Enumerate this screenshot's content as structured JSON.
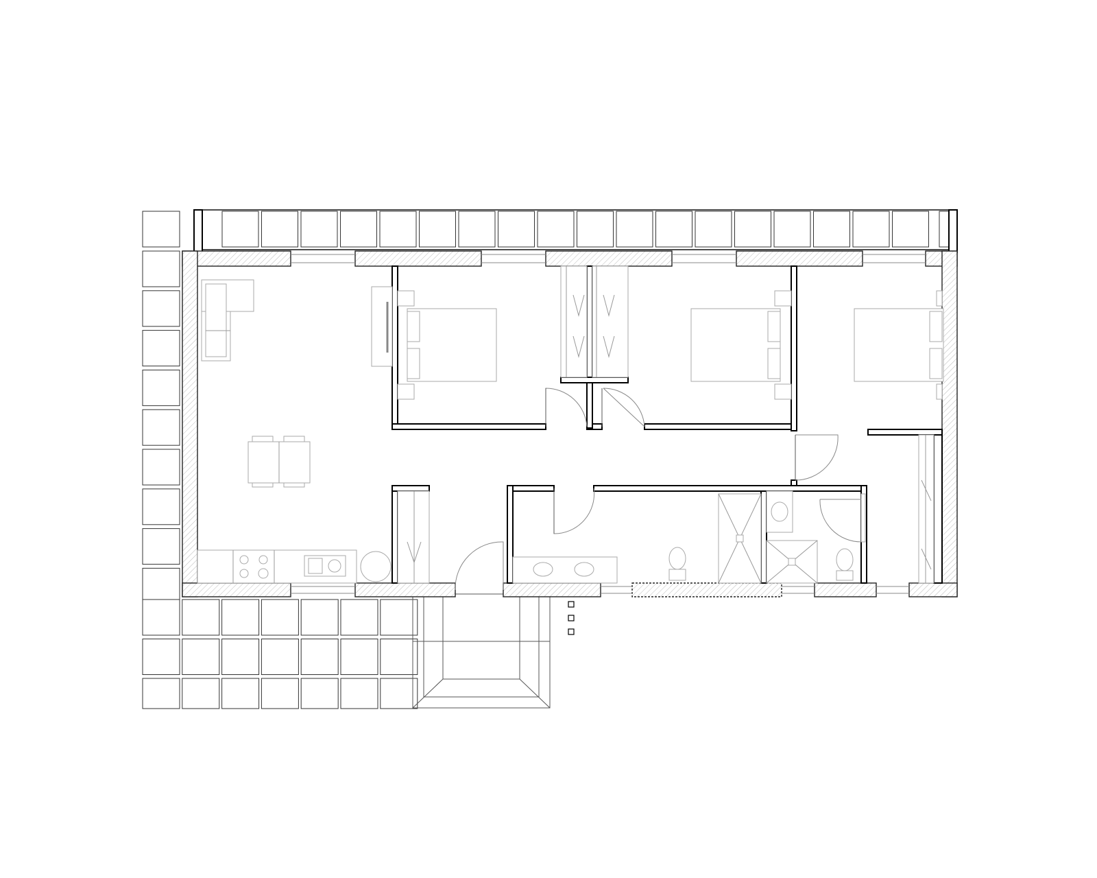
{
  "drawing": {
    "kind": "architectural floor plan",
    "labels_visible": false,
    "rooms": [
      {
        "name": "living-dining-kitchen"
      },
      {
        "name": "bedroom-1"
      },
      {
        "name": "bedroom-2"
      },
      {
        "name": "bedroom-3"
      },
      {
        "name": "hallway"
      },
      {
        "name": "bathroom-1"
      },
      {
        "name": "bathroom-2"
      },
      {
        "name": "wardrobe-hall"
      }
    ],
    "colors": {
      "wall_outline": "#000000",
      "wall_hatch": "#bbbbbb",
      "furniture": "#aaaaaa",
      "paving": "#333333",
      "background": "#ffffff"
    }
  }
}
